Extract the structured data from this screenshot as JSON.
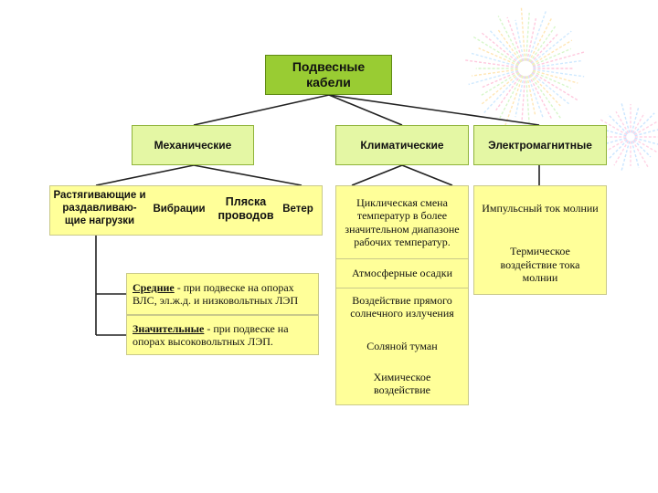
{
  "root": {
    "title": "Подвесные кабели"
  },
  "categories": {
    "mechanical": "Механические",
    "climatic": "Климатические",
    "electromagnetic": "Электромагнитные"
  },
  "mechanical_items": {
    "stretching": "Растягивающие и раздавливаю-щие нагрузки",
    "vibration": "Вибрации",
    "galloping": "Пляска проводов",
    "wind": "Ветер"
  },
  "mechanical_details": {
    "medium_term": "Средние",
    "medium_text": " - при подвеске на опорах ВЛС, эл.ж.д. и низковольтных ЛЭП",
    "significant_term": "Значительные",
    "significant_text": " - при подвеске на опорах высоковольтных ЛЭП."
  },
  "climatic_items": [
    "Циклическая смена температур в более значительном диапазоне рабочих температур.",
    "Атмосферные осадки",
    "Воздействие прямого солнечного излучения",
    "Соляной туман",
    "Химическое воздействие"
  ],
  "electromagnetic_items": [
    "Импульсный ток молнии",
    "Термическое воздействие тока молнии"
  ],
  "colors": {
    "root_fill": "#99cc33",
    "category_fill": "#e4f7a4",
    "detail_fill": "#ffff99"
  }
}
